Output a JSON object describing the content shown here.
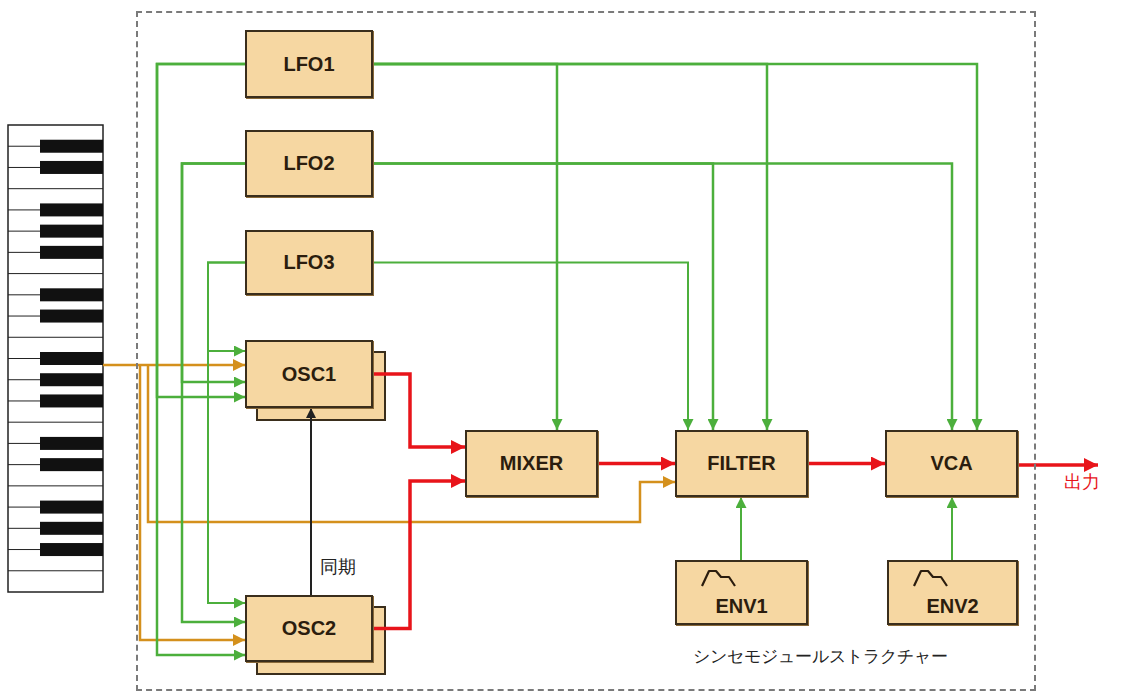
{
  "diagram": {
    "nodes": [
      {
        "text": [
          "シンセモジュールストラクチャー"
        ]
      },
      {
        "text": [
          "LFO1"
        ],
        "in": 0
      },
      {
        "text": [
          "LFO2"
        ],
        "in": 0
      },
      {
        "text": [
          "LFO3"
        ],
        "in": 0
      },
      {
        "text": [
          "OSC1"
        ],
        "in": 0
      },
      {
        "text": [
          "OSC2"
        ],
        "in": 0
      },
      {
        "text": [
          "MIXER"
        ],
        "in": 0
      },
      {
        "text": [
          "FILTER"
        ],
        "in": 0
      },
      {
        "text": [
          "VCA"
        ],
        "in": 0
      },
      {
        "text": [
          "ENV1"
        ],
        "in": 0
      },
      {
        "text": [
          "ENV2"
        ],
        "in": 0
      }
    ],
    "edges": [
      {
        "from": 1,
        "to": 4,
        "arrow": "to"
      },
      {
        "from": 1,
        "to": 5,
        "arrow": "to"
      },
      {
        "from": 2,
        "to": 4,
        "arrow": "to"
      },
      {
        "from": 2,
        "to": 5,
        "arrow": "to"
      },
      {
        "from": 3,
        "to": 4,
        "arrow": "to"
      },
      {
        "from": 3,
        "to": 5,
        "arrow": "to"
      },
      {
        "from": 1,
        "to": 6,
        "arrow": "to"
      },
      {
        "from": 1,
        "to": 7,
        "arrow": "to"
      },
      {
        "from": 1,
        "to": 8,
        "arrow": "to"
      },
      {
        "from": 2,
        "to": 7,
        "arrow": "to"
      },
      {
        "from": 2,
        "to": 8,
        "arrow": "to"
      },
      {
        "from": 3,
        "to": 7,
        "arrow": "to"
      },
      {
        "from": 4,
        "to": 6,
        "arrow": "to"
      },
      {
        "from": 5,
        "to": 6,
        "arrow": "to"
      },
      {
        "from": 6,
        "to": 7,
        "arrow": "to"
      },
      {
        "from": 7,
        "to": 8,
        "arrow": "to"
      },
      {
        "from": 9,
        "to": 7,
        "arrow": "to"
      },
      {
        "from": 10,
        "to": 8,
        "arrow": "to"
      },
      {
        "from": 5,
        "to": 4,
        "label": "同期",
        "arrow": "to"
      }
    ],
    "labels": [
      "出力"
    ]
  }
}
